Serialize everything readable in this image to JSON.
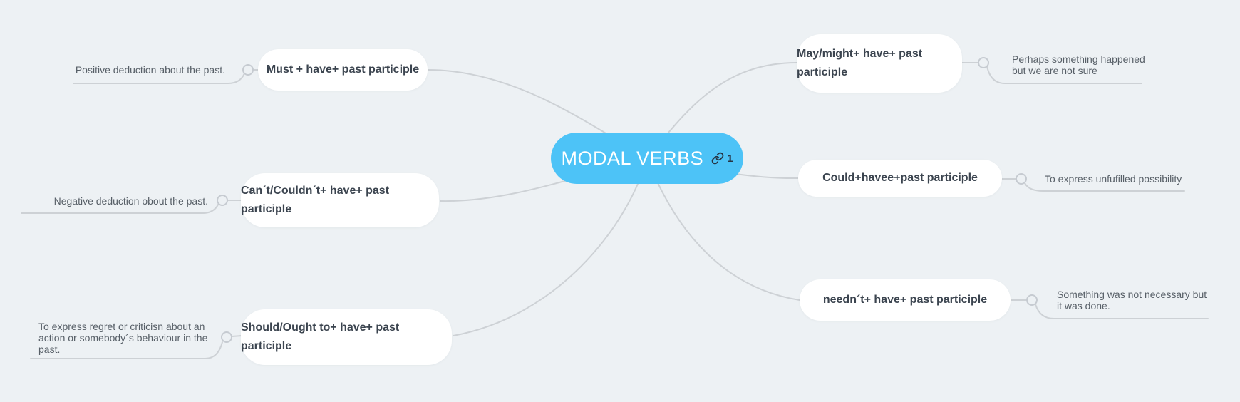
{
  "center": {
    "label": "MODAL VERBS",
    "link_count": "1"
  },
  "colors": {
    "background": "#edf1f4",
    "center_fill": "#4dc3f7",
    "center_text": "#ffffff",
    "topic_text": "#3b444f",
    "note_text": "#575f67",
    "connector_line": "#cdd1d5",
    "link_icon": "#263545"
  },
  "branches": [
    {
      "id": "must",
      "side": "left",
      "title_lines": [
        "Must + have+ past participle"
      ],
      "note_lines": [
        "Positive deduction about the past."
      ]
    },
    {
      "id": "cant-couldnt",
      "side": "left",
      "title_lines": [
        "Can´t/Couldn´t+ have+ past",
        "participle"
      ],
      "note_lines": [
        "Negative deduction obout the past."
      ]
    },
    {
      "id": "should-ought",
      "side": "left",
      "title_lines": [
        "Should/Ought to+ have+ past",
        "participle"
      ],
      "note_lines": [
        "To express regret or criticisn about an",
        "action or somebody´s behaviour in the",
        "past."
      ]
    },
    {
      "id": "may-might",
      "side": "right",
      "title_lines": [
        "May/might+ have+ past",
        "participle"
      ],
      "note_lines": [
        "Perhaps something happened",
        "but we are not sure"
      ]
    },
    {
      "id": "could",
      "side": "right",
      "title_lines": [
        "Could+havee+past participle"
      ],
      "note_lines": [
        "To express unfufilled possibility"
      ]
    },
    {
      "id": "neednt",
      "side": "right",
      "title_lines": [
        "needn´t+ have+ past participle"
      ],
      "note_lines": [
        "Something was not necessary but",
        "it was done."
      ]
    }
  ]
}
